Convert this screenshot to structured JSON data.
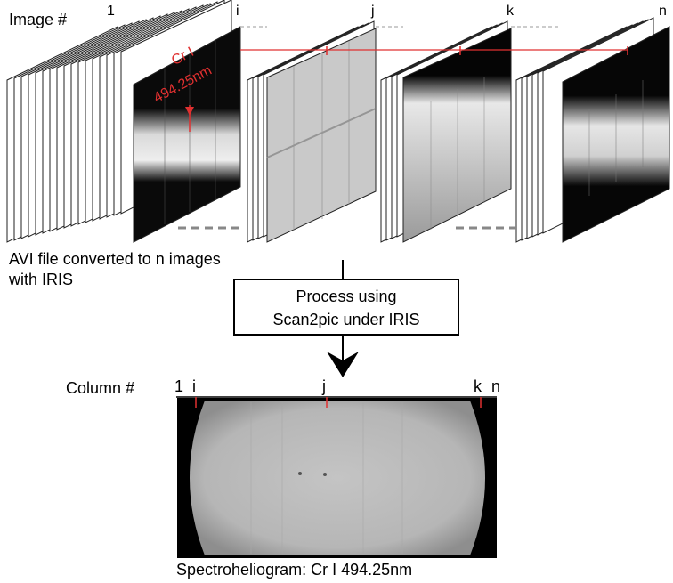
{
  "image_axis": {
    "title": "Image #",
    "markers": [
      "1",
      "i",
      "j",
      "k",
      "n"
    ]
  },
  "frame_overlay": {
    "element": "Cr I",
    "wavelength": "494.25nm"
  },
  "source_caption": {
    "line1": "AVI file converted to n images",
    "line2": "with IRIS"
  },
  "process_box": {
    "line1": "Process using",
    "line2": "Scan2pic under IRIS"
  },
  "column_axis": {
    "title": "Column #",
    "markers": [
      "1",
      "i",
      "j",
      "k",
      "n"
    ]
  },
  "result_caption": "Spectroheliogram: Cr I 494.25nm",
  "colors": {
    "accent_red": "#e03030",
    "frame_dark": "#0a0a0a",
    "frame_light": "#c8c8c8",
    "disk_gray": "#b9b9b9"
  }
}
